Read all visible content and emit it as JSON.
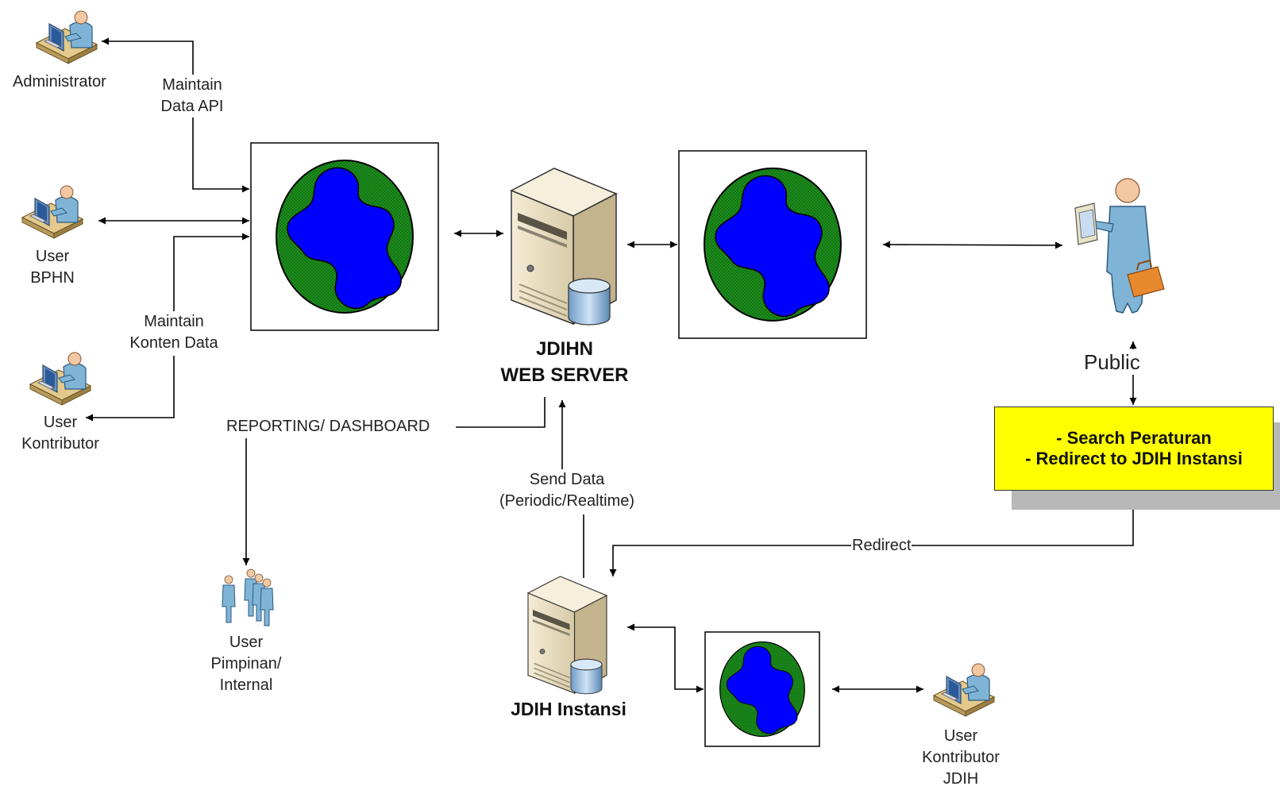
{
  "nodes": {
    "administrator": {
      "label": "Administrator"
    },
    "user_bphn": {
      "label_lines": [
        "User",
        "BPHN"
      ]
    },
    "user_kontributor": {
      "label_lines": [
        "User",
        "Kontributor"
      ]
    },
    "web_server": {
      "label_lines": [
        "JDIHN",
        "WEB SERVER"
      ]
    },
    "public": {
      "label": "Public"
    },
    "user_pimpinan": {
      "label_lines": [
        "User",
        "Pimpinan/",
        "Internal"
      ]
    },
    "jdih_instansi": {
      "label": "JDIH Instansi"
    },
    "user_kontributor_jdih": {
      "label_lines": [
        "User",
        "Kontributor",
        "JDIH"
      ]
    },
    "feature_box": {
      "lines": [
        "- Search Peraturan",
        "- Redirect to JDIH Instansi"
      ]
    }
  },
  "edges": {
    "maintain_api": {
      "label_lines": [
        "Maintain",
        "Data API"
      ]
    },
    "maintain_konten": {
      "label_lines": [
        "Maintain",
        "Konten Data"
      ]
    },
    "reporting": {
      "label": "REPORTING/ DASHBOARD"
    },
    "send_data": {
      "label_lines": [
        "Send Data",
        "(Periodic/Realtime)"
      ]
    },
    "redirect": {
      "label": "Redirect"
    }
  },
  "colors": {
    "globe_land": "#0000ff",
    "globe_ocean": "#1a8a1a",
    "feature_box": "#ffff00",
    "shadow": "#b8b8b8",
    "server_body": "#e6dcc2",
    "person": "#7fb4d6"
  },
  "icons": [
    "user-workstation-icon",
    "globe-icon",
    "server-icon",
    "person-briefcase-icon",
    "user-group-icon"
  ]
}
